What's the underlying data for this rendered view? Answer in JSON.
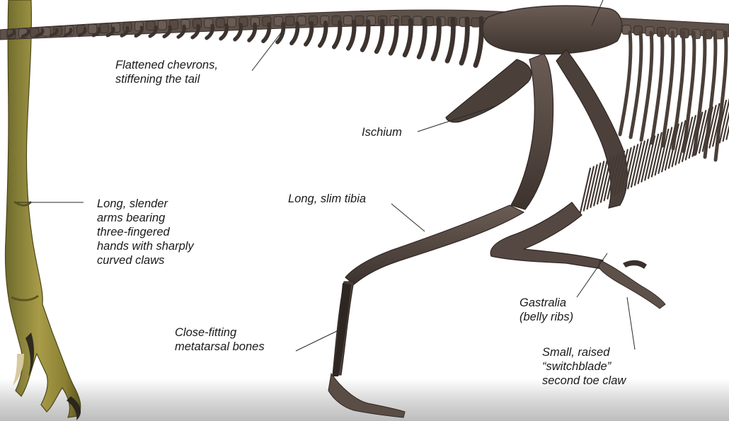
{
  "labels": {
    "chevrons": [
      "Flattened chevrons,",
      "stiffening the tail"
    ],
    "ischium": [
      "Ischium"
    ],
    "arms": [
      "Long, slender",
      "arms bearing",
      "three-fingered",
      "hands with sharply",
      "curved claws"
    ],
    "tibia": [
      "Long, slim tibia"
    ],
    "gastralia": [
      "Gastralia",
      "(belly ribs)"
    ],
    "metatarsal": [
      "Close-fitting",
      "metatarsal bones"
    ],
    "toe_claw": [
      "Small, raised",
      "“switchblade”",
      "second toe claw"
    ]
  },
  "colors": {
    "bone": "#5b4d45",
    "bone_dark": "#3a302b",
    "arm_skin": "#9b8f3e",
    "label_text": "#1a1a1a",
    "leader_line": "#2a2a2a",
    "floor": "#c9c9c9"
  }
}
